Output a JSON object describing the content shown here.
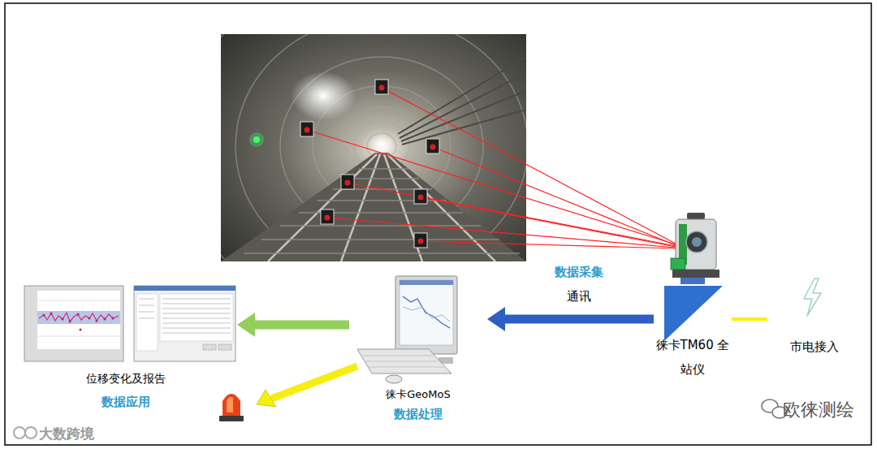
{
  "diagram": {
    "nodes": [
      {
        "text": [
          "徕卡TM60 全站仪"
        ]
      },
      {
        "text": [
          "市电接入"
        ]
      },
      {
        "text": [
          "徕卡GeoMoS",
          "数据处理"
        ]
      },
      {
        "text": [
          "位移变化及报告",
          "数据应用"
        ]
      }
    ],
    "edges": [
      {
        "from": 0,
        "to": 2,
        "arrow": "to",
        "label": "通讯"
      },
      {
        "from": 2,
        "to": 3,
        "arrow": "to"
      },
      {
        "from": 1,
        "to": 0,
        "arrow": "none"
      }
    ],
    "labels": [
      "数据采集",
      "欧徕测绘",
      "大数跨境"
    ]
  }
}
